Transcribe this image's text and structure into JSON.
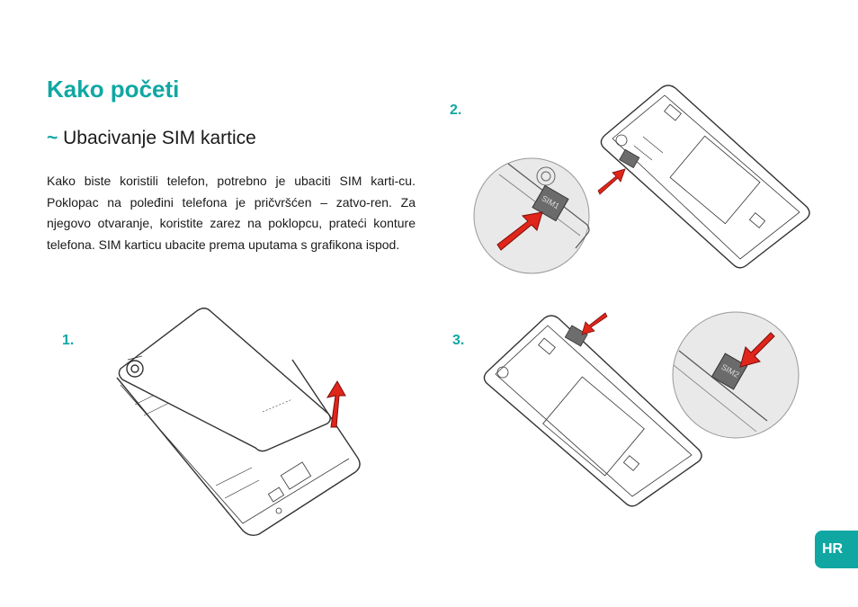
{
  "page": {
    "title": "Kako početi",
    "subtitle_tilde": "~",
    "subtitle": "Ubacivanje SIM kartice",
    "body": "Kako biste koristili telefon, potrebno je ubaciti SIM karti-cu. Poklopac na poleđini telefona je pričvršćen – zatvo-ren. Za njegovo otvaranje, koristite zarez na poklopcu, prateći konture telefona. SIM karticu ubacite prema uputama s grafikona ispod."
  },
  "steps": [
    {
      "number": "1."
    },
    {
      "number": "2.",
      "card_label": "SIM1"
    },
    {
      "number": "3.",
      "card_label": "SIM2"
    }
  ],
  "lang_tab": {
    "label": "HR"
  },
  "colors": {
    "accent": "#10a7a3",
    "arrow": "#e0251b"
  }
}
